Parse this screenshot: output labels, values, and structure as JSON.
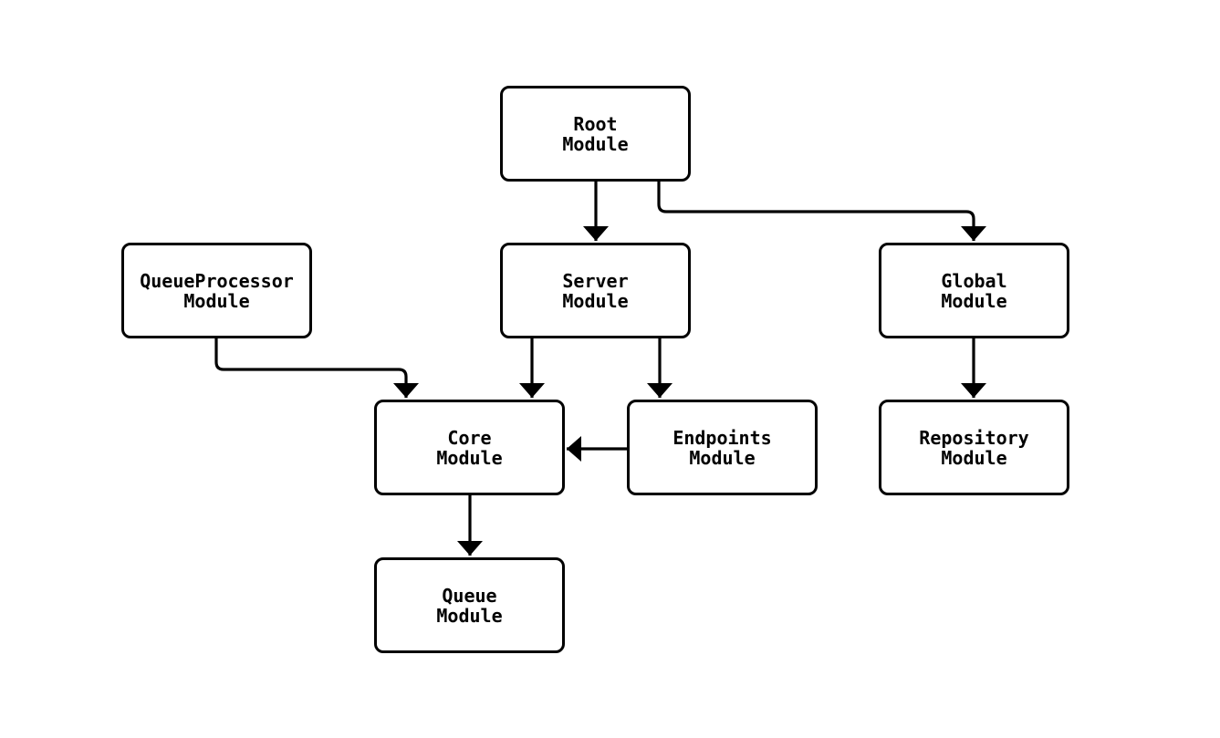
{
  "diagram": {
    "type": "module-dependency-flowchart",
    "background_color": "#ffffff",
    "node_fill_color": "#ffffff",
    "node_border_color": "#000000",
    "edge_color": "#000000",
    "text_color": "#000000",
    "nodes": {
      "root": {
        "line1": "Root",
        "line2": "Module"
      },
      "queue_processor": {
        "line1": "QueueProcessor",
        "line2": "Module"
      },
      "server": {
        "line1": "Server",
        "line2": "Module"
      },
      "global": {
        "line1": "Global",
        "line2": "Module"
      },
      "core": {
        "line1": "Core",
        "line2": "Module"
      },
      "endpoints": {
        "line1": "Endpoints",
        "line2": "Module"
      },
      "repository": {
        "line1": "Repository",
        "line2": "Module"
      },
      "queue": {
        "line1": "Queue",
        "line2": "Module"
      }
    },
    "edges": [
      {
        "from": "Root Module",
        "to": "Server Module"
      },
      {
        "from": "Root Module",
        "to": "Global Module"
      },
      {
        "from": "QueueProcessor Module",
        "to": "Core Module"
      },
      {
        "from": "Server Module",
        "to": "Core Module"
      },
      {
        "from": "Server Module",
        "to": "Endpoints Module"
      },
      {
        "from": "Endpoints Module",
        "to": "Core Module"
      },
      {
        "from": "Global Module",
        "to": "Repository Module"
      },
      {
        "from": "Core Module",
        "to": "Queue Module"
      }
    ]
  }
}
